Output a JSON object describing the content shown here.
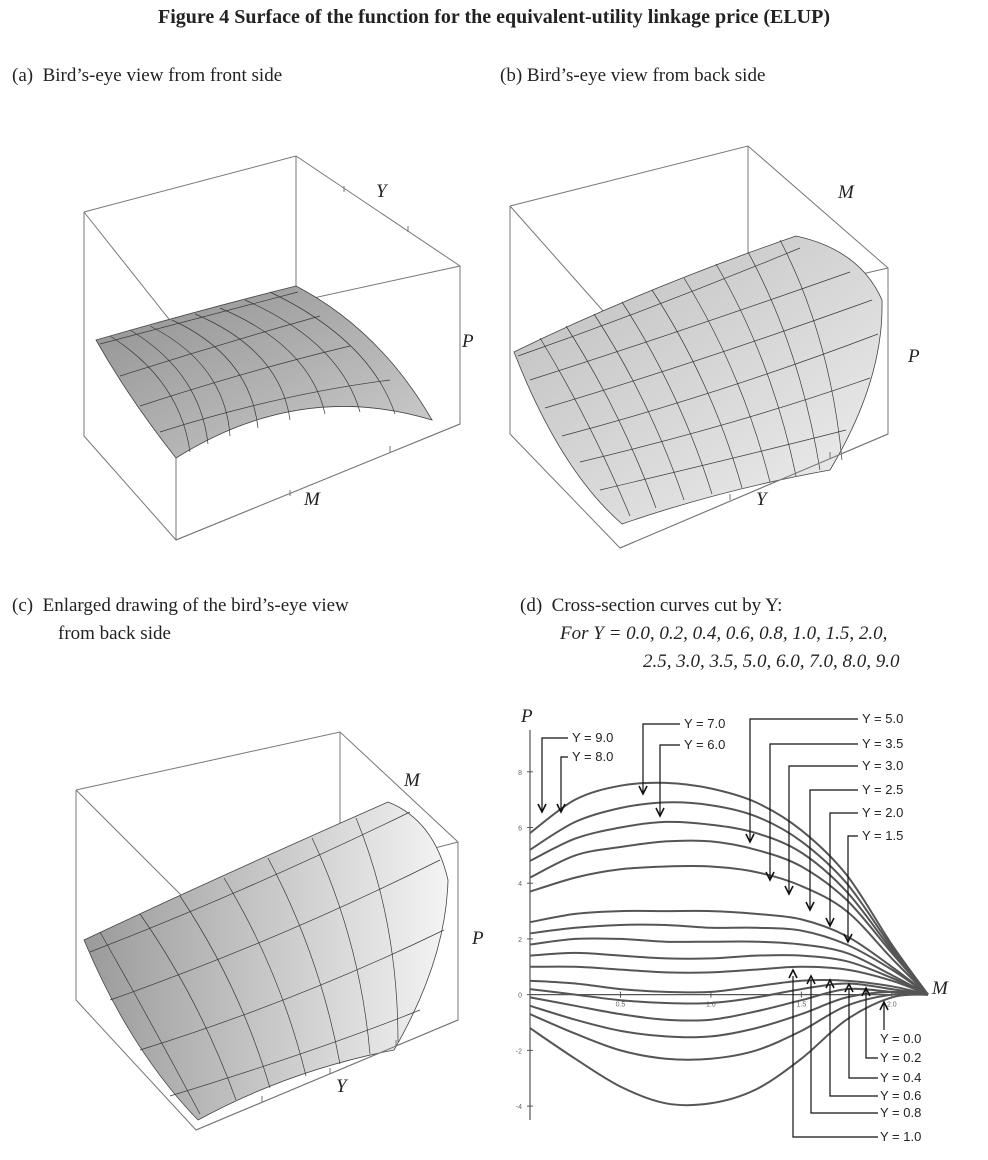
{
  "figure": {
    "title": "Figure 4  Surface of the function for the equivalent-utility linkage price (ELUP)"
  },
  "panels": {
    "a": {
      "caption": "(a)  Bird’s-eye view from front side",
      "axis_y": "Y",
      "axis_p": "P",
      "axis_m": "M"
    },
    "b": {
      "caption": "(b) Bird’s-eye view from back side",
      "axis_y": "Y",
      "axis_p": "P",
      "axis_m": "M"
    },
    "c": {
      "caption_line1": "(c)  Enlarged drawing of the bird’s-eye view",
      "caption_line2": "from back side",
      "axis_y": "Y",
      "axis_p": "P",
      "axis_m": "M"
    },
    "d": {
      "caption_line1": "(d)  Cross-section curves cut by Y:",
      "caption_line2": "For Y = 0.0, 0.2, 0.4, 0.6, 0.8, 1.0, 1.5, 2.0,",
      "caption_line3": "2.5, 3.0, 3.5, 5.0, 6.0, 7.0, 8.0, 9.0",
      "axis_p": "P",
      "axis_m": "M"
    }
  },
  "chart_data": {
    "type": "line",
    "title": "",
    "xlabel": "M",
    "ylabel": "P",
    "x": [
      0,
      0.25,
      0.5,
      0.75,
      1.0,
      1.25,
      1.5,
      1.75,
      2.0,
      2.2
    ],
    "ylim": [
      -4.5,
      9.5
    ],
    "xlim": [
      0,
      2.2
    ],
    "y_ticks": [
      -4,
      -2,
      0,
      2,
      4,
      6,
      8
    ],
    "x_ticks": [
      0.5,
      1.0,
      1.5,
      2.0
    ],
    "series": [
      {
        "name": "Y = 9.0",
        "values": [
          5.8,
          7.0,
          7.5,
          7.6,
          7.4,
          6.9,
          5.9,
          4.3,
          1.8,
          0
        ]
      },
      {
        "name": "Y = 8.0",
        "values": [
          5.2,
          6.2,
          6.7,
          6.9,
          6.8,
          6.4,
          5.5,
          4.0,
          1.7,
          0
        ]
      },
      {
        "name": "Y = 7.0",
        "values": [
          4.8,
          5.6,
          6.0,
          6.2,
          6.1,
          5.8,
          5.1,
          3.7,
          1.6,
          0
        ]
      },
      {
        "name": "Y = 6.0",
        "values": [
          4.2,
          5.0,
          5.3,
          5.5,
          5.5,
          5.2,
          4.6,
          3.4,
          1.5,
          0
        ]
      },
      {
        "name": "Y = 5.0",
        "values": [
          3.7,
          4.2,
          4.5,
          4.6,
          4.6,
          4.4,
          3.9,
          3.0,
          1.3,
          0
        ]
      },
      {
        "name": "Y = 3.5",
        "values": [
          2.6,
          2.9,
          3.0,
          3.0,
          3.0,
          2.9,
          2.7,
          2.1,
          1.0,
          0
        ]
      },
      {
        "name": "Y = 3.0",
        "values": [
          2.2,
          2.4,
          2.5,
          2.5,
          2.4,
          2.4,
          2.3,
          1.8,
          0.9,
          0
        ]
      },
      {
        "name": "Y = 2.5",
        "values": [
          1.8,
          2.0,
          2.0,
          1.9,
          1.9,
          1.9,
          1.8,
          1.5,
          0.7,
          0
        ]
      },
      {
        "name": "Y = 2.0",
        "values": [
          1.4,
          1.5,
          1.4,
          1.3,
          1.3,
          1.4,
          1.4,
          1.2,
          0.6,
          0
        ]
      },
      {
        "name": "Y = 1.5",
        "values": [
          1.0,
          1.0,
          0.9,
          0.8,
          0.8,
          0.9,
          1.0,
          0.9,
          0.5,
          0
        ]
      },
      {
        "name": "Y = 1.0",
        "values": [
          0.5,
          0.4,
          0.2,
          0.1,
          0.1,
          0.3,
          0.5,
          0.5,
          0.3,
          0
        ]
      },
      {
        "name": "Y = 0.8",
        "values": [
          0.2,
          0.0,
          -0.2,
          -0.3,
          -0.3,
          -0.1,
          0.2,
          0.4,
          0.2,
          0
        ]
      },
      {
        "name": "Y = 0.6",
        "values": [
          -0.1,
          -0.4,
          -0.7,
          -0.9,
          -0.9,
          -0.6,
          -0.2,
          0.2,
          0.1,
          0
        ]
      },
      {
        "name": "Y = 0.4",
        "values": [
          -0.4,
          -0.9,
          -1.3,
          -1.5,
          -1.5,
          -1.2,
          -0.7,
          -0.1,
          0.1,
          0
        ]
      },
      {
        "name": "Y = 0.2",
        "values": [
          -0.7,
          -1.4,
          -2.0,
          -2.3,
          -2.3,
          -2.0,
          -1.3,
          -0.4,
          0.0,
          0
        ]
      },
      {
        "name": "Y = 0.0",
        "values": [
          -1.2,
          -2.3,
          -3.3,
          -3.9,
          -3.9,
          -3.4,
          -2.3,
          -0.9,
          -0.1,
          0
        ]
      }
    ]
  }
}
